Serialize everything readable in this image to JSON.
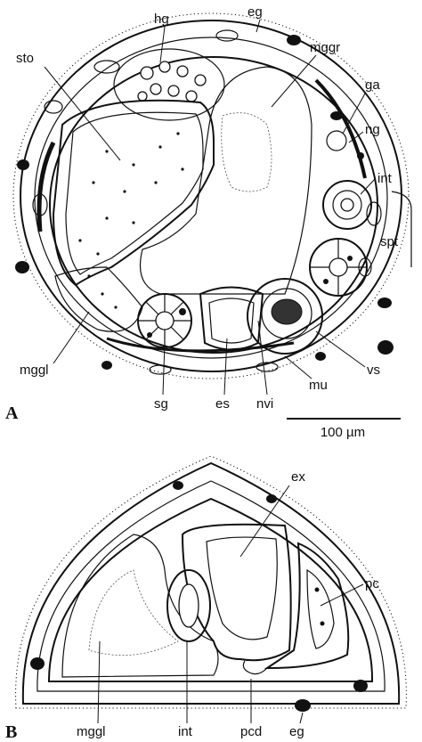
{
  "figure": {
    "panel_a": {
      "letter": "A",
      "labels": {
        "hg": "hg",
        "eg": "eg",
        "sto": "sto",
        "mggr": "mggr",
        "ga": "ga",
        "ng": "ng",
        "int": "int",
        "spt": "spt",
        "mggl": "mggl",
        "sg": "sg",
        "es": "es",
        "nvi": "nvi",
        "mu": "mu",
        "vs": "vs"
      },
      "scale_bar": "100 µm"
    },
    "panel_b": {
      "letter": "B",
      "labels": {
        "ex": "ex",
        "pc": "pc",
        "mggl": "mggl",
        "int": "int",
        "pcd": "pcd",
        "eg": "eg"
      }
    }
  }
}
